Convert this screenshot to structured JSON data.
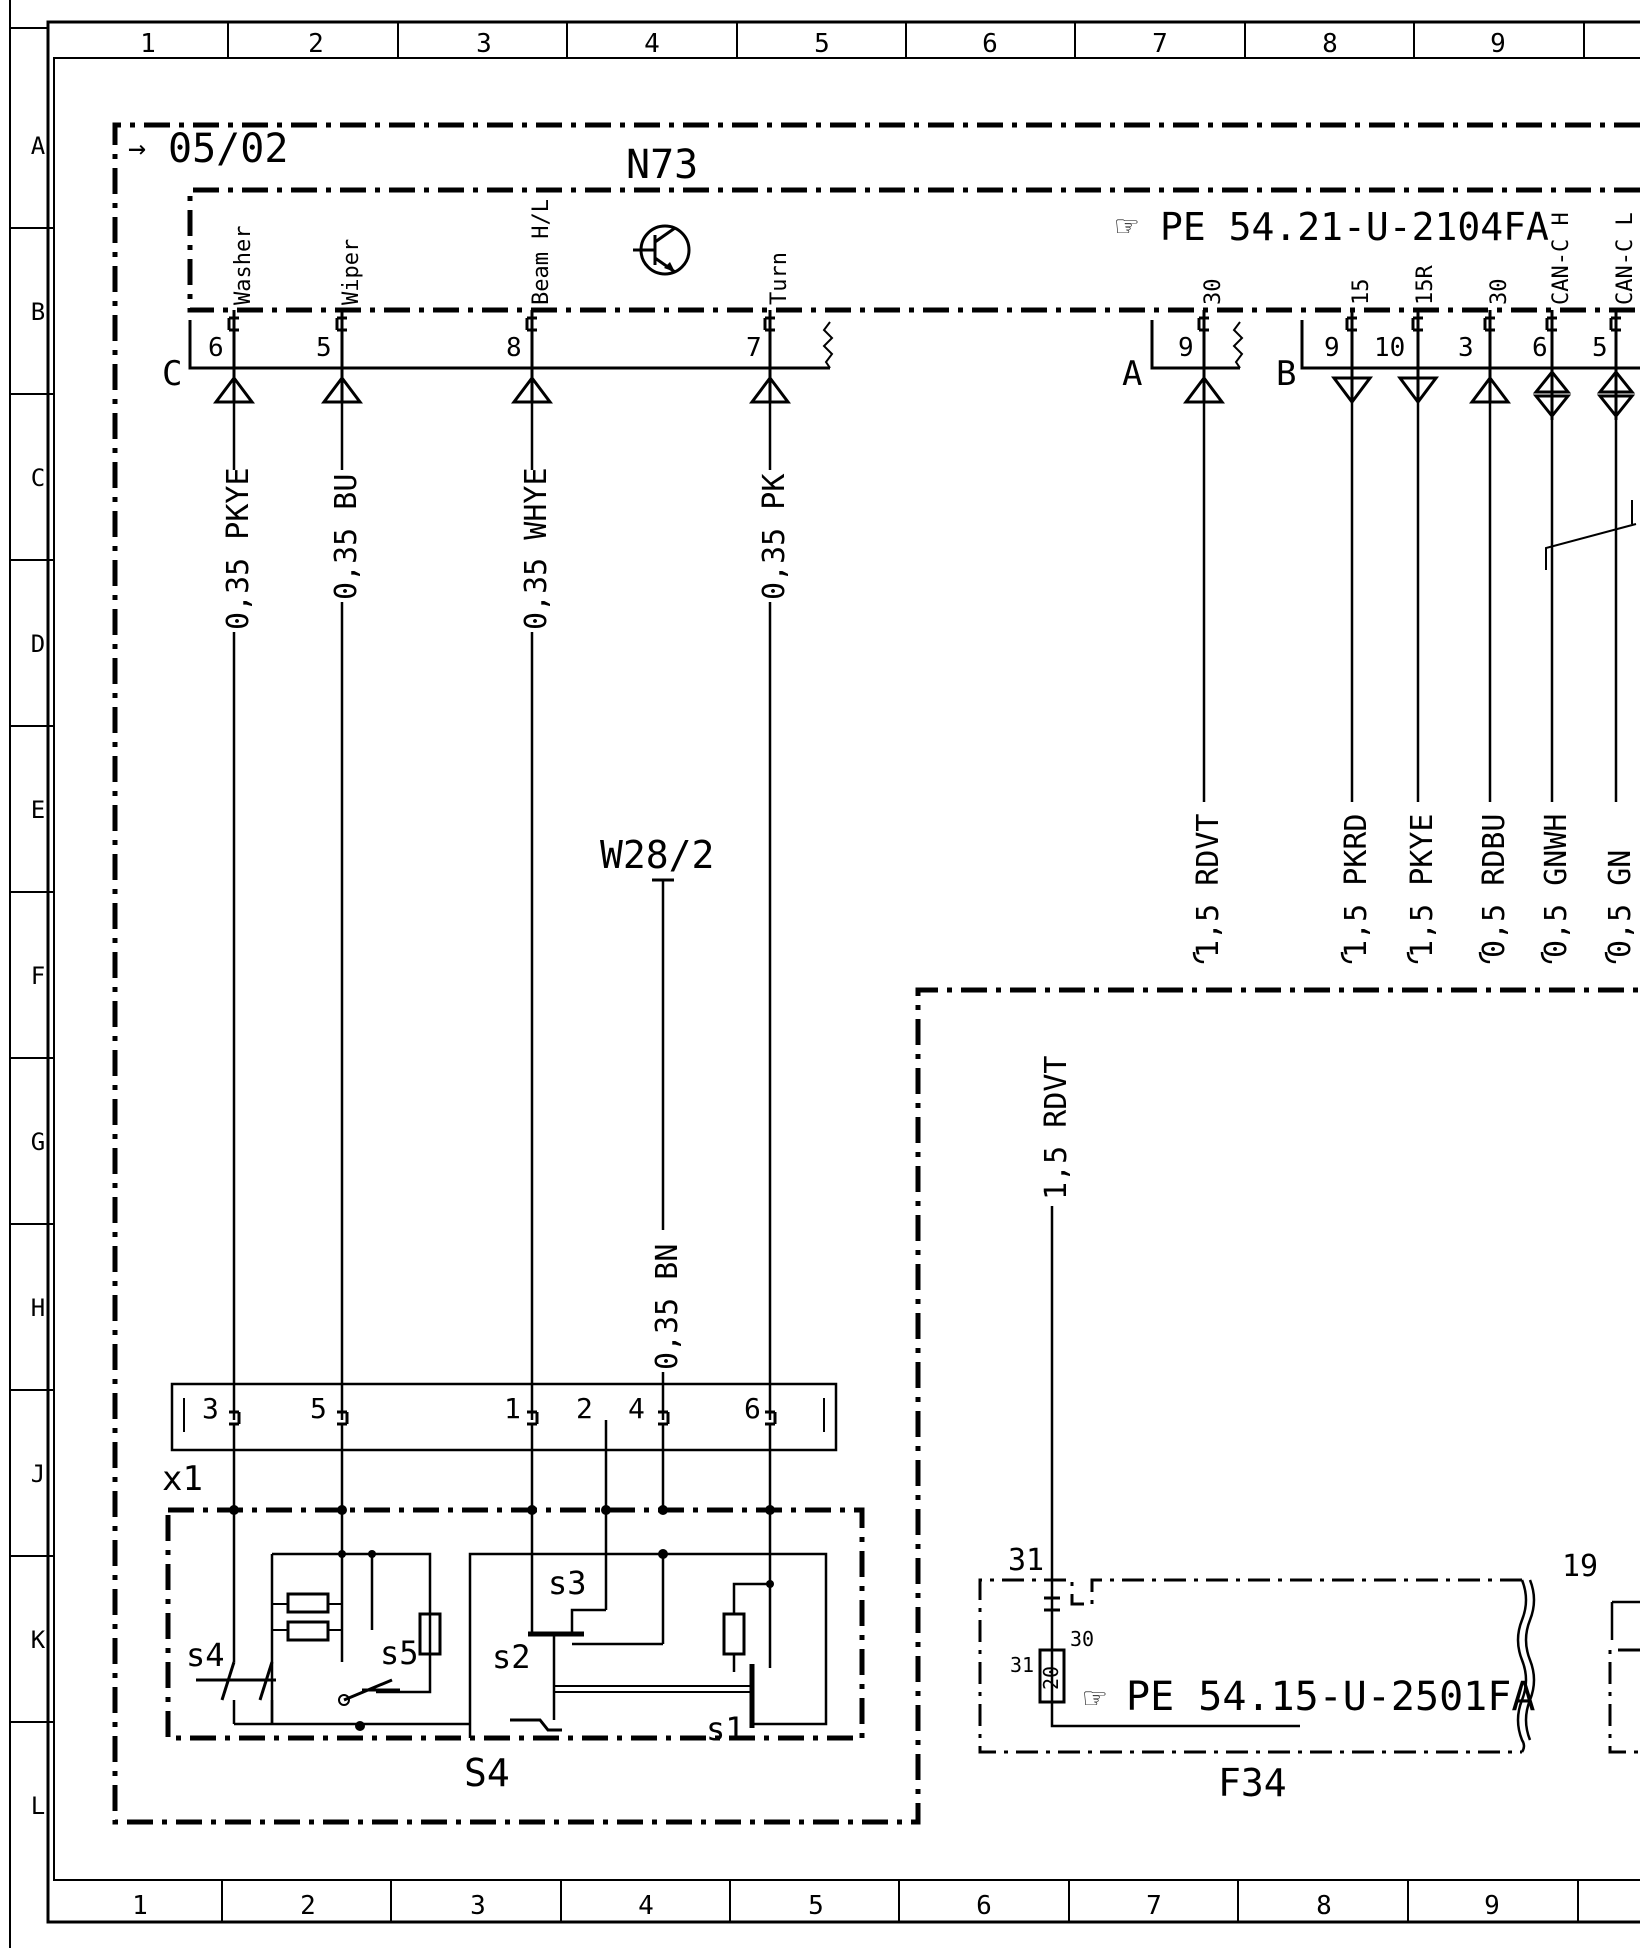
{
  "frame": {
    "columns": [
      "1",
      "2",
      "3",
      "4",
      "5",
      "6",
      "7",
      "8",
      "9"
    ],
    "rows": [
      "A",
      "B",
      "C",
      "D",
      "E",
      "F",
      "G",
      "H",
      "J",
      "K",
      "L"
    ]
  },
  "page_ref": "05/02",
  "arrow_glyph": "→",
  "hand_glyph": "☞",
  "n73": {
    "name": "N73",
    "ref": "PE 54.21-U-2104FA",
    "pin_labels": [
      "Washer",
      "Wiper",
      "Beam H/L",
      "Turn",
      "30",
      "15",
      "15R",
      "30",
      "CAN-C H",
      "CAN-C L"
    ],
    "connector_c": {
      "name": "C",
      "pins": [
        "6",
        "5",
        "8",
        "7"
      ]
    },
    "connector_a": {
      "name": "A",
      "pins": [
        "9"
      ]
    },
    "connector_b": {
      "name": "B",
      "pins": [
        "9",
        "10",
        "3",
        "6",
        "5"
      ]
    }
  },
  "wires_left": [
    "0,35 PKYE",
    "0,35 BU",
    "0,35 WHYE",
    "0,35 PK"
  ],
  "wires_right": [
    "1,5 RDVT",
    "1,5 PKRD",
    "1,5 PKYE",
    "0,5 RDBU",
    "0,5 GNWH",
    "0,5 GN"
  ],
  "w28": {
    "name": "W28/2",
    "wire": "0,35 BN"
  },
  "x1": {
    "name": "x1",
    "pins": [
      "3",
      "5",
      "1",
      "2",
      "4",
      "6"
    ]
  },
  "s4": {
    "name": "S4",
    "switches": [
      "s4",
      "s5",
      "s3",
      "s2",
      "s1"
    ]
  },
  "f34": {
    "name": "F34",
    "wire": "1,5 RDVT",
    "terminal": "31",
    "fuse": "20",
    "fuse_in": "30",
    "fuse_out": "31",
    "ref": "PE 54.15-U-2501FA",
    "next_terminal": "19"
  }
}
